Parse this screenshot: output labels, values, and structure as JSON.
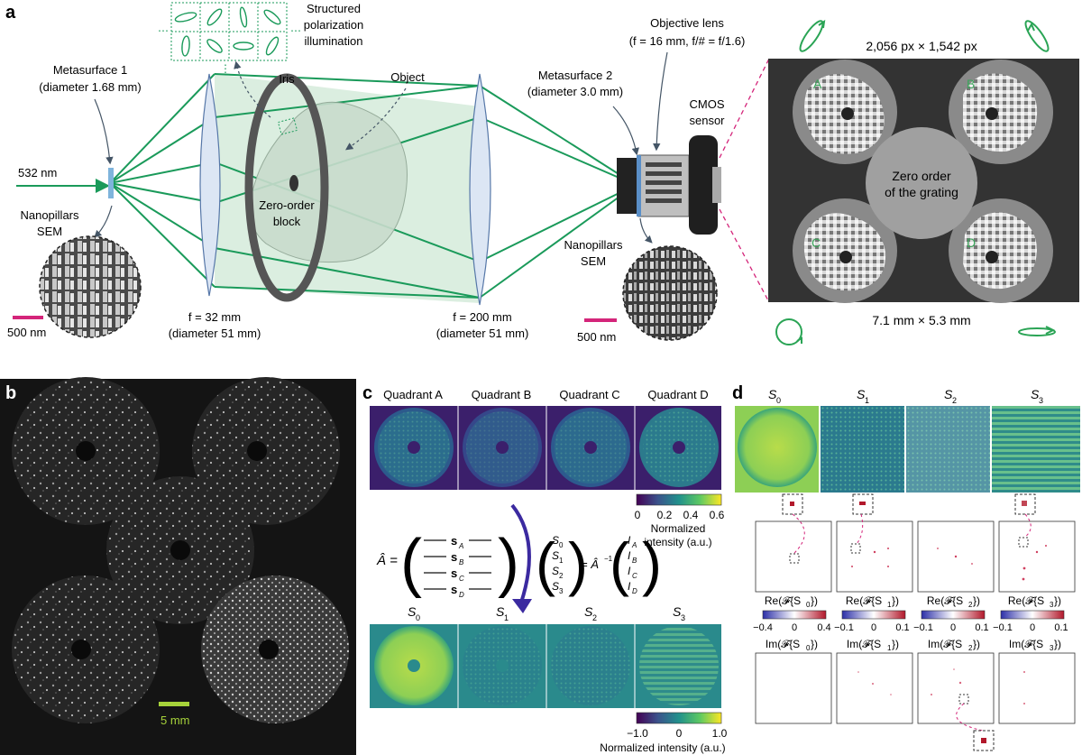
{
  "panel_a": {
    "letter": "a",
    "wavelength": "532 nm",
    "metasurface1": [
      "Metasurface 1",
      "(diameter 1.68 mm)"
    ],
    "nanopillars_sem": [
      "Nanopillars",
      "SEM"
    ],
    "scale_bar": "500 nm",
    "lens1": [
      "f = 32 mm",
      "(diameter 51 mm)"
    ],
    "iris": "Iris",
    "object": "Object",
    "zero_order_block": [
      "Zero-order",
      "block"
    ],
    "structured_illumination": [
      "Structured",
      "polarization",
      "illumination"
    ],
    "lens2": [
      "f = 200 mm",
      "(diameter 51 mm)"
    ],
    "metasurface2": [
      "Metasurface 2",
      "(diameter 3.0 mm)"
    ],
    "objective_lens": [
      "Objective lens",
      "(f = 16 mm, f/# = f/1.6)"
    ],
    "cmos_sensor": [
      "CMOS",
      "sensor"
    ],
    "sensor_pixels": "2,056 px × 1,542 px",
    "sensor_size": "7.1 mm × 5.3 mm",
    "quadrant_letters": [
      "A",
      "B",
      "C",
      "D"
    ],
    "zero_order_grating": [
      "Zero order",
      "of the grating"
    ]
  },
  "panel_b": {
    "letter": "b",
    "scale_bar": "5 mm"
  },
  "panel_c": {
    "letter": "c",
    "quadrant_titles": [
      "Quadrant A",
      "Quadrant B",
      "Quadrant C",
      "Quadrant D"
    ],
    "colorbar1": {
      "ticks": [
        "0",
        "0.2",
        "0.4",
        "0.6"
      ],
      "label": [
        "Normalized",
        "intensity (a.u.)"
      ]
    },
    "equation": {
      "lhs": "Â =",
      "rows": [
        "s",
        "s",
        "s",
        "s"
      ],
      "row_subs": [
        "A",
        "B",
        "C",
        "D"
      ],
      "stokes": [
        "S",
        "S",
        "S",
        "S"
      ],
      "stokes_subs": [
        "0",
        "1",
        "2",
        "3"
      ],
      "equals_inv": "= Â",
      "inv_sup": "−1",
      "intensity": [
        "I",
        "I",
        "I",
        "I"
      ],
      "intensity_subs": [
        "A",
        "B",
        "C",
        "D"
      ]
    },
    "stokes_titles": [
      "S",
      "S",
      "S",
      "S"
    ],
    "stokes_subs": [
      "0",
      "1",
      "2",
      "3"
    ],
    "colorbar2": {
      "ticks": [
        "−1.0",
        "0",
        "1.0"
      ],
      "label": "Normalized intensity (a.u.)"
    }
  },
  "panel_d": {
    "letter": "d",
    "stokes_titles": [
      "S",
      "S",
      "S",
      "S"
    ],
    "stokes_subs": [
      "0",
      "1",
      "2",
      "3"
    ],
    "re_labels": [
      "Re(𝓕{S",
      "Re(𝓕{S",
      "Re(𝓕{S",
      "Re(𝓕{S"
    ],
    "im_labels": [
      "Im(𝓕{S",
      "Im(𝓕{S",
      "Im(𝓕{S",
      "Im(𝓕{S"
    ],
    "label_subs": [
      "0",
      "1",
      "2",
      "3"
    ],
    "label_close": "})",
    "colorbar_ticks": [
      [
        "−0.4",
        "0",
        "0.4"
      ],
      [
        "−0.1",
        "0",
        "0.1"
      ],
      [
        "−0.1",
        "0",
        "0.1"
      ],
      [
        "−0.1",
        "0",
        "0.1"
      ]
    ]
  },
  "colors": {
    "beam_green": "#1a9a5a",
    "lens_fill": "#dce6f4",
    "object_fill": "#c9dccd",
    "magenta": "#d4257a",
    "viridis_dark": "#3b1f6b",
    "viridis_mid": "#2a8a8c",
    "viridis_bright": "#c8d83a"
  }
}
